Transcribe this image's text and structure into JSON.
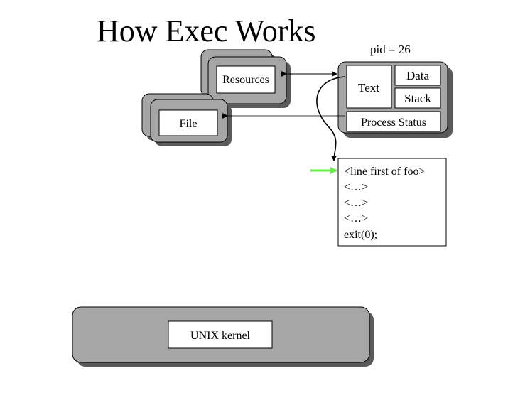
{
  "diagram": {
    "title": "How Exec Works",
    "pid_label": "pid = 26",
    "resources_label": "Resources",
    "file_label": "File",
    "process": {
      "text_label": "Text",
      "data_label": "Data",
      "stack_label": "Stack",
      "status_label": "Process Status"
    },
    "program_lines": [
      "<line first of foo>",
      "<…>",
      "<…>",
      "<…>",
      "exit(0);"
    ],
    "kernel_label": "UNIX kernel"
  },
  "colors": {
    "box_gray": "#a6a6a6",
    "shadow_gray": "#5a5a5a",
    "pointer_green": "#66ee44"
  }
}
